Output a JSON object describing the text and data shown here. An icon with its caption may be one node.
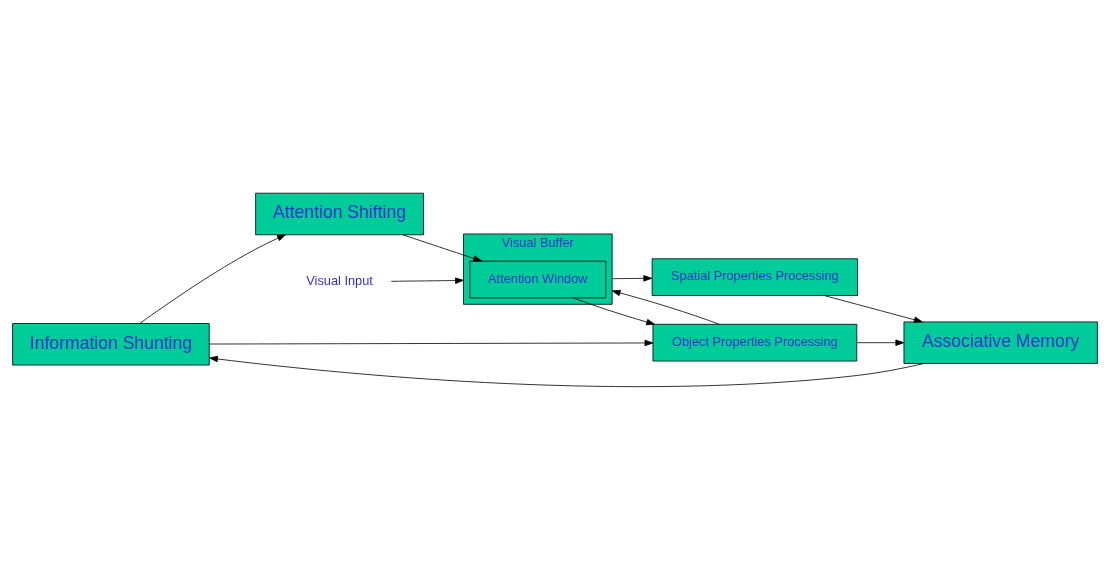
{
  "diagram": {
    "nodes": [
      {
        "text": [
          "Information Shunting"
        ]
      },
      {
        "text": [
          "Attention Shifting"
        ]
      },
      {
        "text": [
          "Spatial Properties Processing"
        ]
      },
      {
        "text": [
          "Visual Buffer"
        ]
      },
      {
        "text": [
          "Attention Window"
        ],
        "in": 3
      },
      {
        "text": [
          "Visual Input"
        ]
      },
      {
        "text": [
          "Associative Memory"
        ]
      },
      {
        "text": [
          "Object Properties Processing"
        ]
      }
    ],
    "edges": [
      {
        "from": 0,
        "to": 1,
        "arrow": "to"
      },
      {
        "from": 1,
        "to": 4,
        "arrow": "to"
      },
      {
        "from": 3,
        "to": 2,
        "arrow": "to"
      },
      {
        "from": 2,
        "to": 6,
        "arrow": "to"
      },
      {
        "from": 4,
        "to": 7,
        "arrow": "to"
      },
      {
        "from": 7,
        "to": 3,
        "arrow": "to"
      },
      {
        "from": 7,
        "to": 6,
        "arrow": "to"
      },
      {
        "from": 6,
        "to": 0,
        "arrow": "to"
      },
      {
        "from": 0,
        "to": 7,
        "arrow": "to"
      },
      {
        "from": 5,
        "to": 3,
        "arrow": "to"
      }
    ]
  }
}
